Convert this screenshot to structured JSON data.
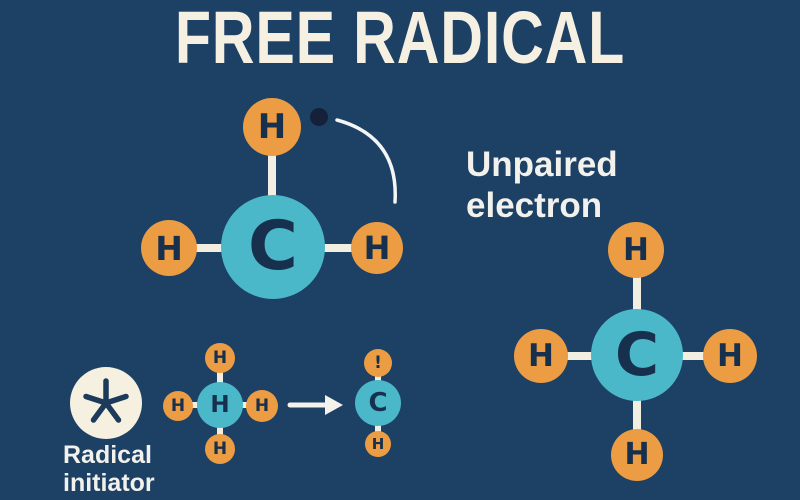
{
  "title": {
    "text": "FREE RADICAL"
  },
  "callout": {
    "line1": "Unpaired",
    "line2": "electron"
  },
  "initiator": {
    "symbol_icon": "asterisk",
    "line1": "Radical",
    "line2": "initiator"
  },
  "molecules": {
    "main_radical": {
      "center": "C",
      "h_top": "H",
      "h_left": "H",
      "h_right": "H"
    },
    "methane": {
      "center": "C",
      "h_top": "H",
      "h_left": "H",
      "h_right": "H",
      "h_bottom": "H"
    },
    "reactant": {
      "center": "H",
      "h_top": "H",
      "h_left": "H",
      "h_right": "H",
      "h_bottom": "H"
    },
    "product": {
      "center": "C",
      "electron_mark": "!",
      "h_bottom": "H"
    }
  },
  "icons": {
    "electron_dot": "filled-circle",
    "callout_arc": "curved-pointer-line",
    "reaction_arrow": "right-arrow"
  },
  "colors": {
    "background": "#1d4065",
    "carbon_teal": "#4bb8c9",
    "hydrogen_orange": "#ec9c42",
    "bond_cream": "#f2eee2",
    "letter_ink": "#17304e",
    "electron_dot": "#142139",
    "text_white": "#f2f1ec",
    "title_cream": "#f6f0e2",
    "initiator_cream": "#f6f0e1"
  }
}
